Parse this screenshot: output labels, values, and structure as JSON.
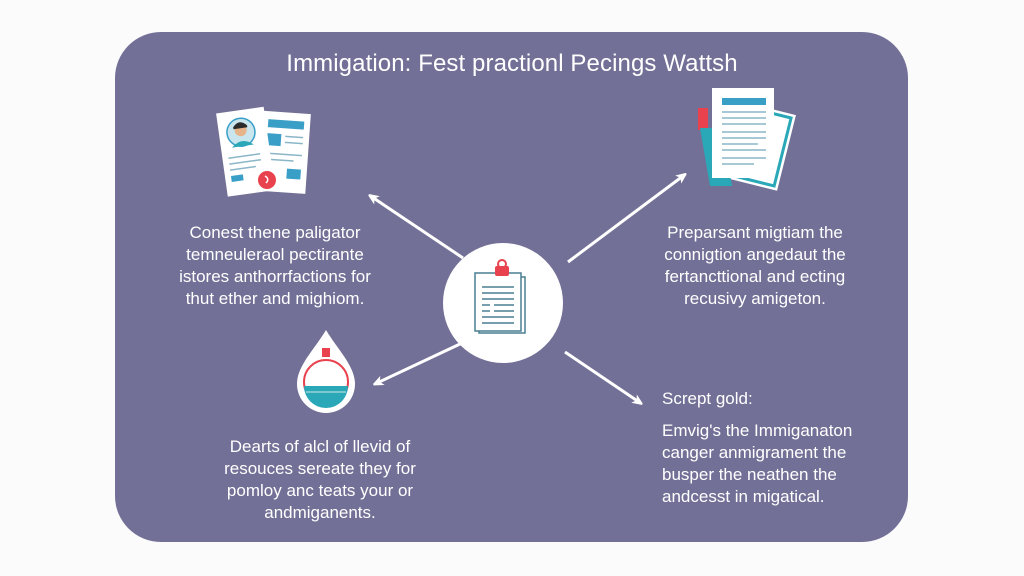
{
  "diagram": {
    "title": "Immigation: Fest practionl Pecings Wattsh",
    "colors": {
      "card_background": "#727096",
      "page_background": "#fbfbfc",
      "text": "#ffffff",
      "accent_red": "#e8424f",
      "accent_teal": "#2aa8b8",
      "accent_blue": "#3a9fc7"
    },
    "center_node": {
      "icon": "clipboard-document-icon"
    },
    "nodes": [
      {
        "position": "top-left",
        "icon": "passport-documents-icon",
        "lines": [
          "Conest thene paligator",
          "temneuleraol pectirante",
          "istores anthorrfactions for",
          "thut ether and mighiom."
        ]
      },
      {
        "position": "top-right",
        "icon": "paper-stack-icon",
        "lines": [
          "Preparsant migtiam the",
          "connigtion angedaut the",
          "fertancttional and ecting",
          "recusivy amigeton."
        ]
      },
      {
        "position": "bottom-left",
        "icon": "water-drop-flask-icon",
        "lines": [
          "Dearts of alcl of llevid of",
          "resouces sereate they for",
          "pomloy anc teats your or",
          "andmiganents."
        ]
      },
      {
        "position": "bottom-right",
        "icon": "text-only",
        "heading": "Scrept gold:",
        "lines": [
          "Emvig's the Immiganaton",
          "canger anmigrament the",
          "busper the neathen the",
          "andcesst in migatical."
        ]
      }
    ]
  }
}
